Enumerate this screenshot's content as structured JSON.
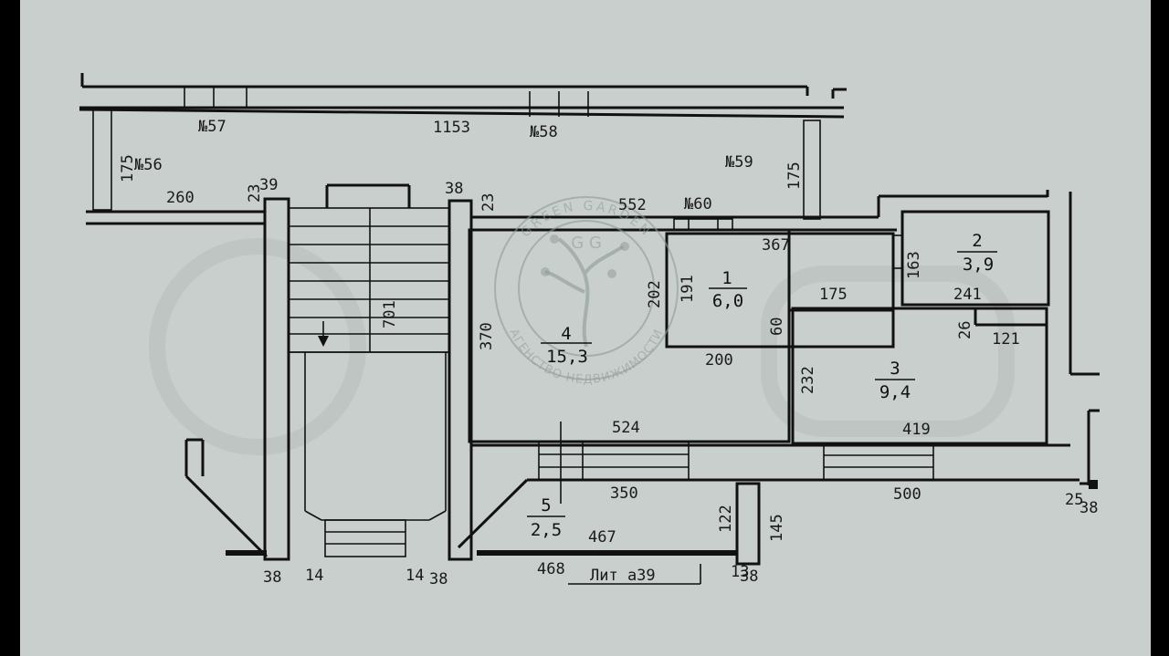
{
  "plan": {
    "dims": {
      "d1153": "1153",
      "d260": "260",
      "d23a": "23",
      "d39a": "39",
      "d38a": "38",
      "d23b": "23",
      "d552": "552",
      "d175a": "175",
      "d175b": "175",
      "d367": "367",
      "d163": "163",
      "d241": "241",
      "d202": "202",
      "d191": "191",
      "d175c": "175",
      "d370": "370",
      "d701": "701",
      "d60": "60",
      "d200": "200",
      "d232": "232",
      "d26": "26",
      "d121": "121",
      "d524": "524",
      "d419": "419",
      "d350": "350",
      "d500": "500",
      "d122": "122",
      "d145": "145",
      "d467": "467",
      "d25": "25",
      "d38b": "38",
      "d38c": "38",
      "d14a": "14",
      "d14b": "14",
      "d38d": "38",
      "d468": "468",
      "d13": "13",
      "d38e": "38"
    },
    "labels": {
      "n56": "№56",
      "n57": "№57",
      "n58": "№58",
      "n59": "№59",
      "n60": "№60",
      "lit": "Лит а39"
    },
    "rooms": [
      {
        "num": "1",
        "area": "6,0"
      },
      {
        "num": "2",
        "area": "3,9"
      },
      {
        "num": "3",
        "area": "9,4"
      },
      {
        "num": "4",
        "area": "15,3"
      },
      {
        "num": "5",
        "area": "2,5"
      }
    ],
    "watermark": {
      "top": "GREEN GARDEN",
      "bottom": "АГЕНСТВО НЕДВИЖИМОСТИ",
      "mono": "G G"
    }
  }
}
